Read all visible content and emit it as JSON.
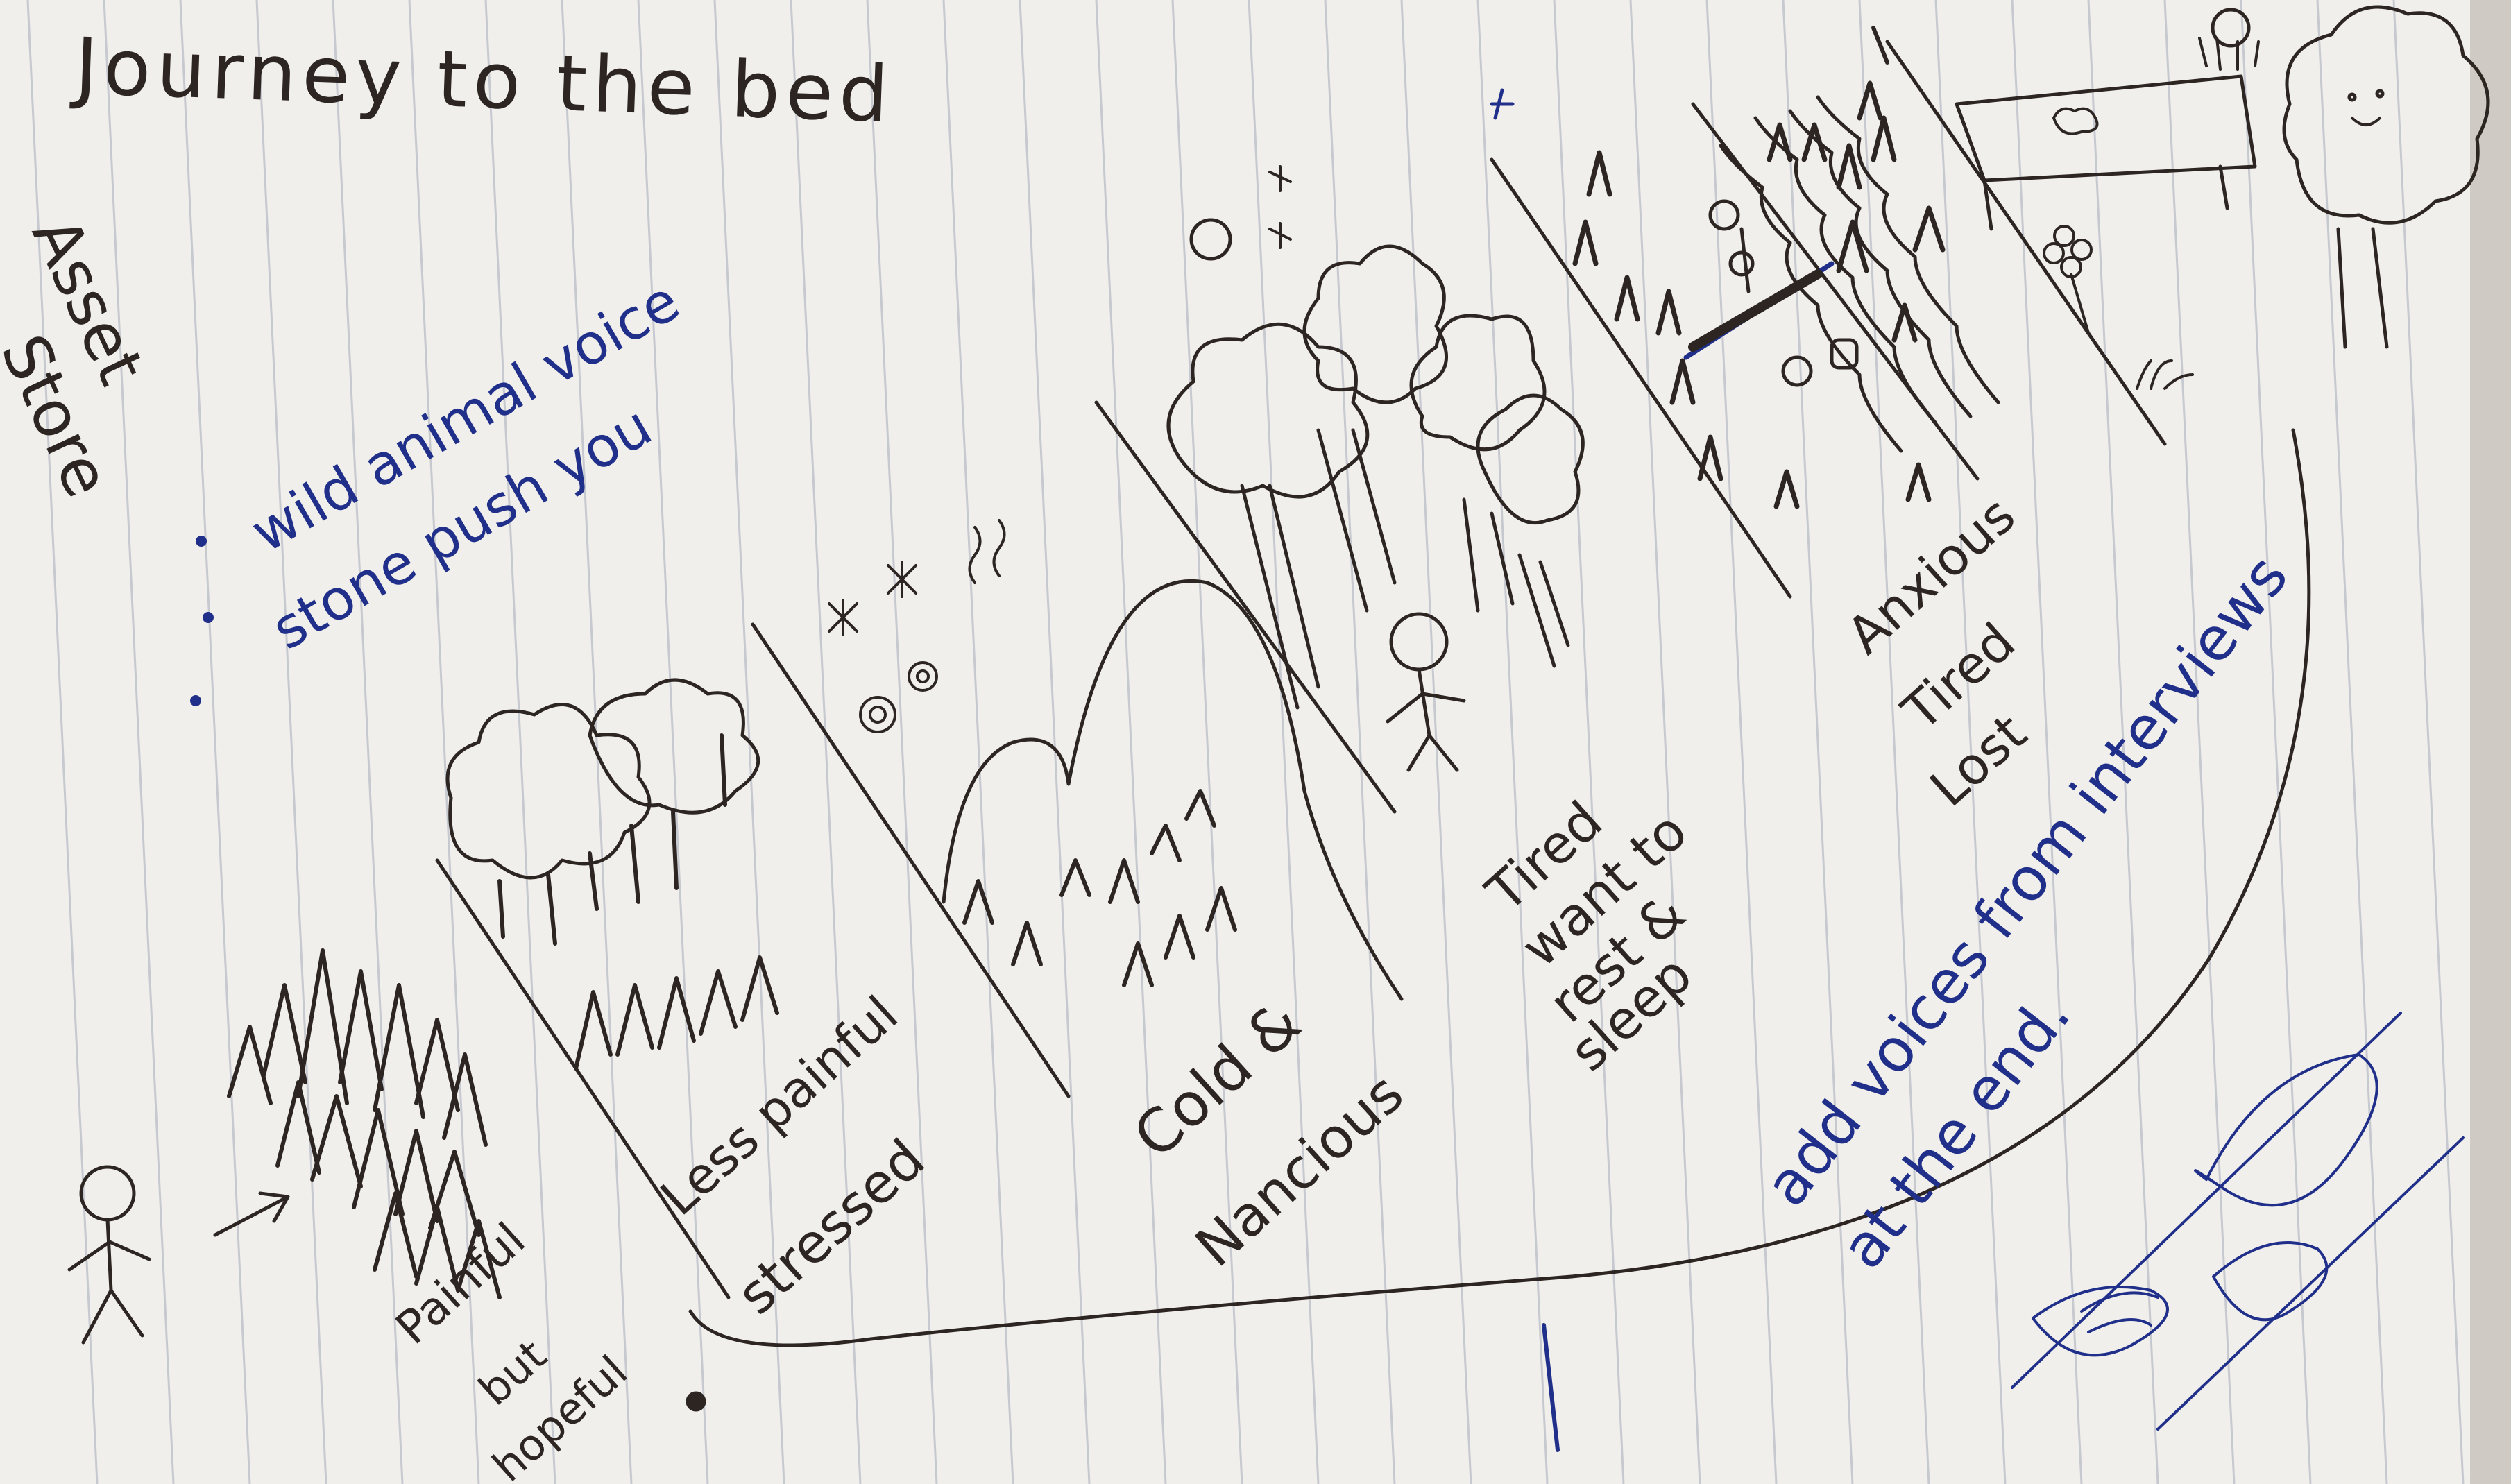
{
  "notebook": {
    "title": "Journey to the bed",
    "side_heading": [
      "Asset",
      "Store"
    ],
    "asset_notes": [
      "wild animal voice",
      "stone push you"
    ]
  },
  "stages": [
    {
      "label": [
        "Painful",
        "but",
        "hopeful"
      ]
    },
    {
      "label": [
        "Less painful",
        "stressed"
      ]
    },
    {
      "label": [
        "Cold &",
        "Nancious"
      ]
    },
    {
      "label": [
        "Tired",
        "want to",
        "rest &",
        "sleep"
      ]
    },
    {
      "label": [
        "Anxious",
        "Tired",
        "Lost"
      ]
    }
  ],
  "closing_note": [
    "add voices from interviews",
    "at the end."
  ],
  "colors": {
    "paper": "#f1efeb",
    "ruling": "#b7bcc8",
    "ink_black": "#2c2522",
    "ink_blue": "#1f2f8a"
  }
}
